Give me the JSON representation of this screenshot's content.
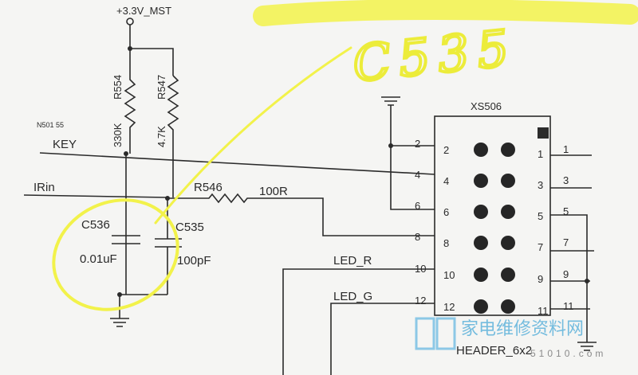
{
  "power": {
    "label": "+3.3V_MST"
  },
  "resistors": [
    {
      "ref": "R554",
      "value": "330K"
    },
    {
      "ref": "R547",
      "value": "4.7K"
    },
    {
      "ref": "R546",
      "value": "100R"
    }
  ],
  "capacitors": [
    {
      "ref": "C536",
      "value": "0.01uF"
    },
    {
      "ref": "C535",
      "value": "100pF"
    }
  ],
  "nets": {
    "key": "KEY",
    "key_note": "N501 55",
    "irin": "IRin",
    "led_r": "LED_R",
    "led_g": "LED_G"
  },
  "connector": {
    "ref": "XS506",
    "type": "HEADER_6x2",
    "left_pins": [
      "2",
      "4",
      "6",
      "8",
      "10",
      "12"
    ],
    "right_pins": [
      "1",
      "3",
      "5",
      "7",
      "9",
      "11"
    ]
  },
  "annotation": {
    "handwritten": "C535"
  },
  "watermark": {
    "title": "家电维修资料网",
    "url": "51010.com"
  },
  "colors": {
    "ink": "#2b2b2b",
    "highlighter": "#f2f24a",
    "watermark": "#4aa9d8"
  }
}
